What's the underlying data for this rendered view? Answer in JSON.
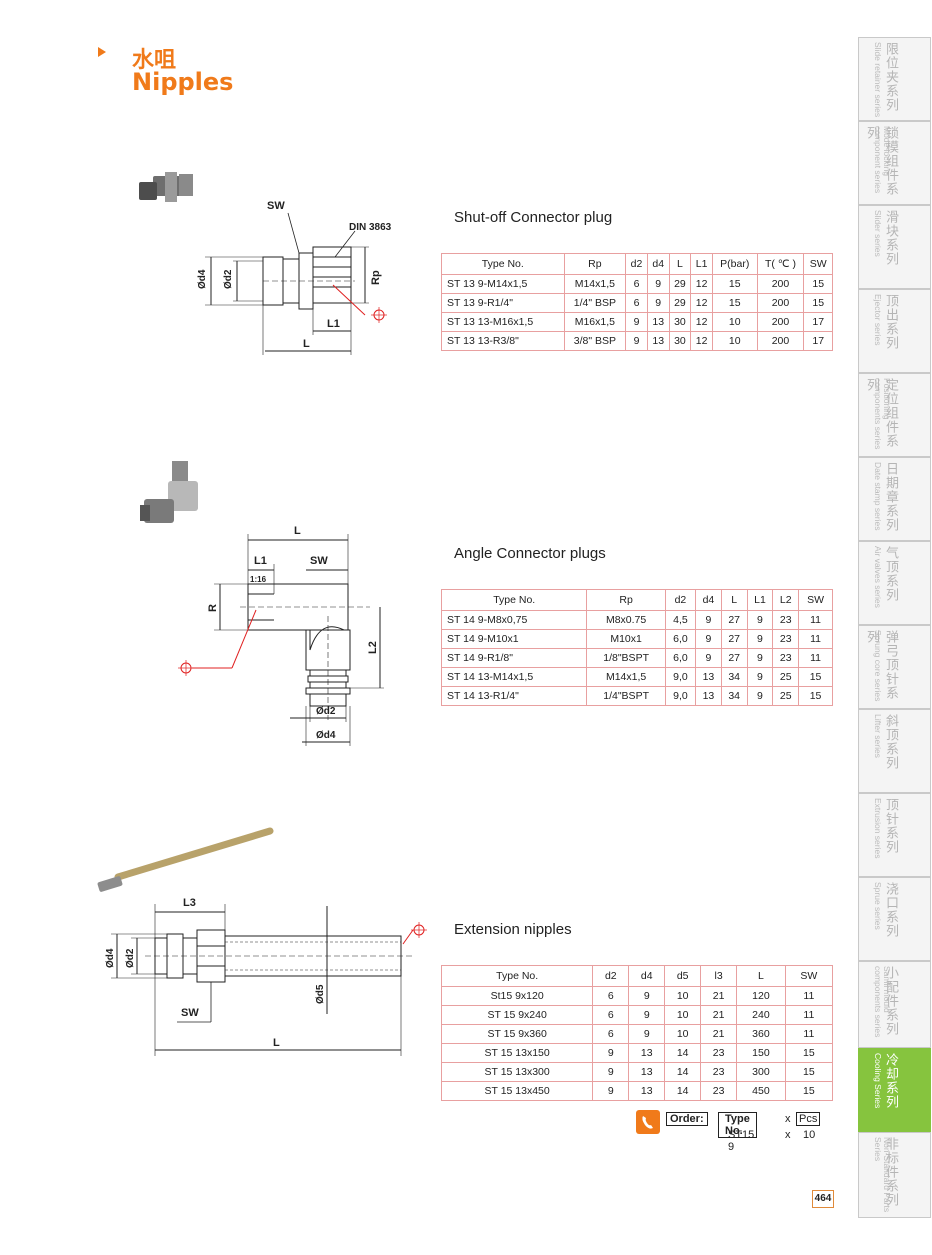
{
  "header": {
    "title_cn": "水咀",
    "title_en": "Nipples"
  },
  "sections": {
    "shutoff": {
      "title": "Shut-off Connector plug",
      "headers": [
        "Type No.",
        "Rp",
        "d2",
        "d4",
        "L",
        "L1",
        "P(bar)",
        "T( ℃ )",
        "SW"
      ],
      "rows": [
        [
          "ST 13 9-M14x1,5",
          "M14x1,5",
          "6",
          "9",
          "29",
          "12",
          "15",
          "200",
          "15"
        ],
        [
          "ST 13 9-R1/4\"",
          "1/4\" BSP",
          "6",
          "9",
          "29",
          "12",
          "15",
          "200",
          "15"
        ],
        [
          "ST 13 13-M16x1,5",
          "M16x1,5",
          "9",
          "13",
          "30",
          "12",
          "10",
          "200",
          "17"
        ],
        [
          "ST 13 13-R3/8\"",
          "3/8\" BSP",
          "9",
          "13",
          "30",
          "12",
          "10",
          "200",
          "17"
        ]
      ],
      "drawing": {
        "sw": "SW",
        "din": "DIN 3863",
        "d4": "Ød4",
        "d2": "Ød2",
        "rp": "Rp",
        "l1": "L1",
        "l": "L"
      }
    },
    "angle": {
      "title": "Angle Connector plugs",
      "headers": [
        "Type No.",
        "Rp",
        "d2",
        "d4",
        "L",
        "L1",
        "L2",
        "SW"
      ],
      "rows": [
        [
          "ST 14 9-M8x0,75",
          "M8x0.75",
          "4,5",
          "9",
          "27",
          "9",
          "23",
          "11"
        ],
        [
          "ST 14 9-M10x1",
          "M10x1",
          "6,0",
          "9",
          "27",
          "9",
          "23",
          "11"
        ],
        [
          "ST 14 9-R1/8\"",
          "1/8\"BSPT",
          "6,0",
          "9",
          "27",
          "9",
          "23",
          "11"
        ],
        [
          "ST 14 13-M14x1,5",
          "M14x1,5",
          "9,0",
          "13",
          "34",
          "9",
          "25",
          "15"
        ],
        [
          "ST 14 13-R1/4\"",
          "1/4\"BSPT",
          "9,0",
          "13",
          "34",
          "9",
          "25",
          "15"
        ]
      ],
      "drawing": {
        "l": "L",
        "l1": "L1",
        "sw": "SW",
        "taper": "1:16",
        "r": "R",
        "l2": "L2",
        "d2": "Ød2",
        "d4": "Ød4"
      }
    },
    "extension": {
      "title": "Extension nipples",
      "headers": [
        "Type No.",
        "d2",
        "d4",
        "d5",
        "l3",
        "L",
        "SW"
      ],
      "rows": [
        [
          "St15 9x120",
          "6",
          "9",
          "10",
          "21",
          "120",
          "11"
        ],
        [
          "ST 15 9x240",
          "6",
          "9",
          "10",
          "21",
          "240",
          "11"
        ],
        [
          "ST 15 9x360",
          "6",
          "9",
          "10",
          "21",
          "360",
          "11"
        ],
        [
          "ST 15 13x150",
          "9",
          "13",
          "14",
          "23",
          "150",
          "15"
        ],
        [
          "ST 15 13x300",
          "9",
          "13",
          "14",
          "23",
          "300",
          "15"
        ],
        [
          "ST 15 13x450",
          "9",
          "13",
          "14",
          "23",
          "450",
          "15"
        ]
      ],
      "drawing": {
        "l3": "L3",
        "d4": "Ød4",
        "d2": "Ød2",
        "d5": "Ød5",
        "sw": "SW",
        "l": "L"
      }
    }
  },
  "order": {
    "label": "Order:",
    "type_label": "Type No.",
    "x": "x",
    "pcs_label": "Pcs",
    "type_value": "ST15 9",
    "pcs_value": "10"
  },
  "sidebar": [
    {
      "cn": "限位夹系列",
      "en": "Slide retainer series",
      "active": false
    },
    {
      "cn": "锁模组件系列",
      "en": "Mode locking component series",
      "active": false
    },
    {
      "cn": "滑块系列",
      "en": "Slider series",
      "active": false
    },
    {
      "cn": "顶出系列",
      "en": "Ejector series",
      "active": false
    },
    {
      "cn": "定位组件系列",
      "en": "Positioning components series",
      "active": false
    },
    {
      "cn": "日期章系列",
      "en": "Date stamp series",
      "active": false
    },
    {
      "cn": "气顶系列",
      "en": "Air valves series",
      "active": false
    },
    {
      "cn": "弹弓顶针系列",
      "en": "Sprung core series",
      "active": false
    },
    {
      "cn": "斜顶系列",
      "en": "Lifter series",
      "active": false
    },
    {
      "cn": "顶针系列",
      "en": "Extrusion series",
      "active": false
    },
    {
      "cn": "浇口系列",
      "en": "Sprue series",
      "active": false
    },
    {
      "cn": "小配件系列",
      "en": "Samll mould components series",
      "active": false
    },
    {
      "cn": "冷却系列",
      "en": "Cooling Series",
      "active": true
    },
    {
      "cn": "非标件系列",
      "en": "Non-Standard Parts Series",
      "active": false
    }
  ],
  "page_number": "464",
  "colors": {
    "accent": "#f07a1a",
    "active_tab": "#86c43e",
    "table_border": "#e8a0a0"
  }
}
